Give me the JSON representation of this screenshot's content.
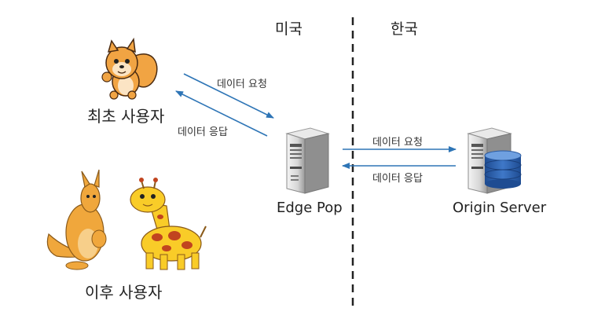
{
  "regions": {
    "left": "미국",
    "right": "한국"
  },
  "users": {
    "first": "최초 사용자",
    "later": "이후 사용자"
  },
  "nodes": {
    "edge": "Edge Pop",
    "origin": "Origin Server"
  },
  "flows": {
    "user_request": "데이터 요청",
    "user_response": "데이터 응답",
    "edge_request": "데이터 요청",
    "edge_response": "데이터 응답"
  },
  "icons": {
    "first_user": "squirrel-mascot-icon",
    "later_users": [
      "kangaroo-mascot-icon",
      "giraffe-mascot-icon"
    ],
    "edge": "server-tower-icon",
    "origin": "server-database-icon"
  },
  "colors": {
    "arrow": "#2e75b6",
    "divider": "#222222",
    "db": "#2f5da8"
  }
}
